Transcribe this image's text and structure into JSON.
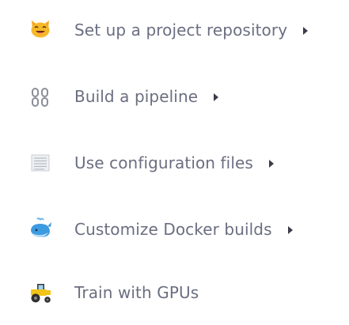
{
  "menu": {
    "items": [
      {
        "label": "Set up a project repository",
        "icon": "smiling-cat-icon",
        "has_submenu": true
      },
      {
        "label": "Build a pipeline",
        "icon": "chain-links-icon",
        "has_submenu": true
      },
      {
        "label": "Use configuration files",
        "icon": "scroll-page-icon",
        "has_submenu": true
      },
      {
        "label": "Customize Docker builds",
        "icon": "spouting-whale-icon",
        "has_submenu": true
      },
      {
        "label": "Train with GPUs",
        "icon": "tractor-icon",
        "has_submenu": false
      }
    ]
  },
  "colors": {
    "text": "#6b6e80",
    "chevron": "#3a3c4a",
    "background": "#ffffff"
  }
}
